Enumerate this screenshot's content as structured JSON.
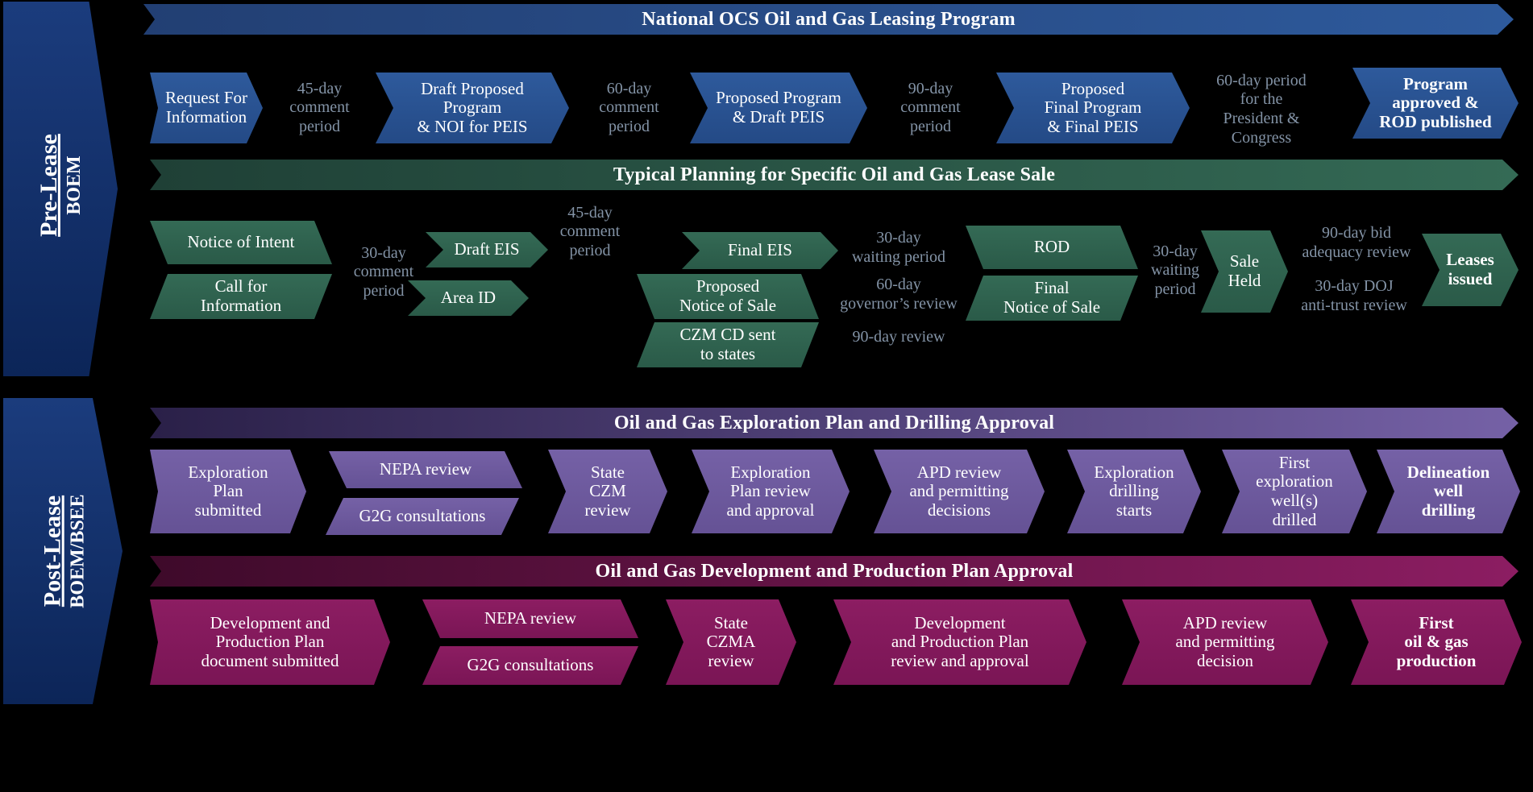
{
  "sidebar": {
    "prelease": {
      "title": "Pre-Lease",
      "agency": "BOEM"
    },
    "postlease": {
      "title": "Post-Lease",
      "agency": "BOEM/BSEE"
    }
  },
  "national": {
    "banner": "National OCS Oil and Gas Leasing Program",
    "steps": [
      "Request For\nInformation",
      "Draft Proposed\nProgram\n& NOI for PEIS",
      "Proposed Program\n& Draft PEIS",
      "Proposed\nFinal Program\n& Final PEIS",
      "Program\napproved &\nROD published"
    ],
    "notes": [
      "45-day\ncomment\nperiod",
      "60-day\ncomment\nperiod",
      "90-day\ncomment\nperiod",
      "60-day period\nfor the\nPresident &\nCongress"
    ]
  },
  "leasesale": {
    "banner": "Typical Planning for Specific Oil and Gas Lease Sale",
    "steps": {
      "noi": "Notice of Intent",
      "call": "Call for\nInformation",
      "draft_eis": "Draft EIS",
      "area_id": "Area ID",
      "final_eis": "Final EIS",
      "proposed_nos": "Proposed\nNotice of Sale",
      "czm_cd": "CZM CD sent\nto states",
      "rod": "ROD",
      "final_nos": "Final\nNotice of Sale",
      "sale_held": "Sale\nHeld",
      "leases_issued": "Leases\nissued"
    },
    "notes": {
      "c30": "30-day\ncomment\nperiod",
      "c45": "45-day\ncomment\nperiod",
      "w30a": "30-day\nwaiting period",
      "gov60": "60-day\ngovernor’s review",
      "r90": "90-day review",
      "w30b": "30-day\nwaiting\nperiod",
      "bid90": "90-day bid\nadequacy review",
      "doj30": "30-day DOJ\nanti-trust review"
    }
  },
  "exploration": {
    "banner": "Oil and Gas Exploration Plan and Drilling  Approval",
    "steps": [
      "Exploration\nPlan\nsubmitted",
      "NEPA  review",
      "G2G consultations",
      "State\nCZM\nreview",
      "Exploration\nPlan review\nand approval",
      "APD review\nand permitting\ndecisions",
      "Exploration\ndrilling\nstarts",
      "First\nexploration\nwell(s)\ndrilled",
      "Delineation\nwell\ndrilling"
    ]
  },
  "development": {
    "banner": "Oil and Gas Development and Production Plan Approval",
    "steps": [
      "Development and\nProduction Plan\ndocument submitted",
      "NEPA review",
      "G2G consultations",
      "State\nCZMA\nreview",
      "Development\nand Production Plan\nreview and approval",
      "APD review\nand permitting\ndecision",
      "First\noil & gas\nproduction"
    ]
  },
  "colors": {
    "blue": "#2e5a9c",
    "green": "#346a55",
    "purple": "#7561a6",
    "magenta": "#8c1d62",
    "note": "#8393a6"
  }
}
